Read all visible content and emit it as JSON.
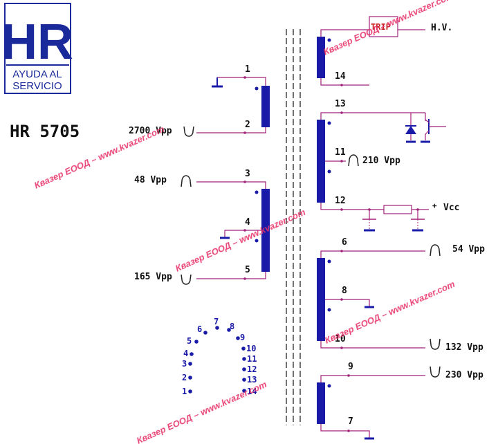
{
  "logo": {
    "letters": "HR",
    "line1": "AYUDA AL",
    "line2": "SERVICIO"
  },
  "model": "HR 5705",
  "watermark": "Квазер ЕООД – www.kvazer.com",
  "trip_label": "TRIP",
  "hv_label": "H.V.",
  "vcc_label": "Vcc",
  "plus_sign": "+",
  "pins": {
    "p1": "1",
    "p2": "2",
    "p3": "3",
    "p4": "4",
    "p5": "5",
    "p6": "6",
    "p7": "7",
    "p8": "8",
    "p9": "9",
    "p10": "10",
    "p11": "11",
    "p12": "12",
    "p13": "13",
    "p14": "14"
  },
  "voltages": {
    "v2": "2700 Vpp",
    "v3": "48 Vpp",
    "v5": "165 Vpp",
    "v11": "210 Vpp",
    "v6": "54 Vpp",
    "v10": "132 Vpp",
    "v9": "230 Vpp"
  },
  "pinout": [
    "1",
    "2",
    "3",
    "4",
    "5",
    "6",
    "7",
    "8",
    "9",
    "10",
    "11",
    "12",
    "13",
    "14"
  ],
  "colors": {
    "wire": "#a0207a",
    "core": "#1a1aa8",
    "dot": "#1a1aa8",
    "logo": "#1a2a9a",
    "watermark": "#e8336a",
    "text": "#111111",
    "trip": "#cc2020"
  }
}
